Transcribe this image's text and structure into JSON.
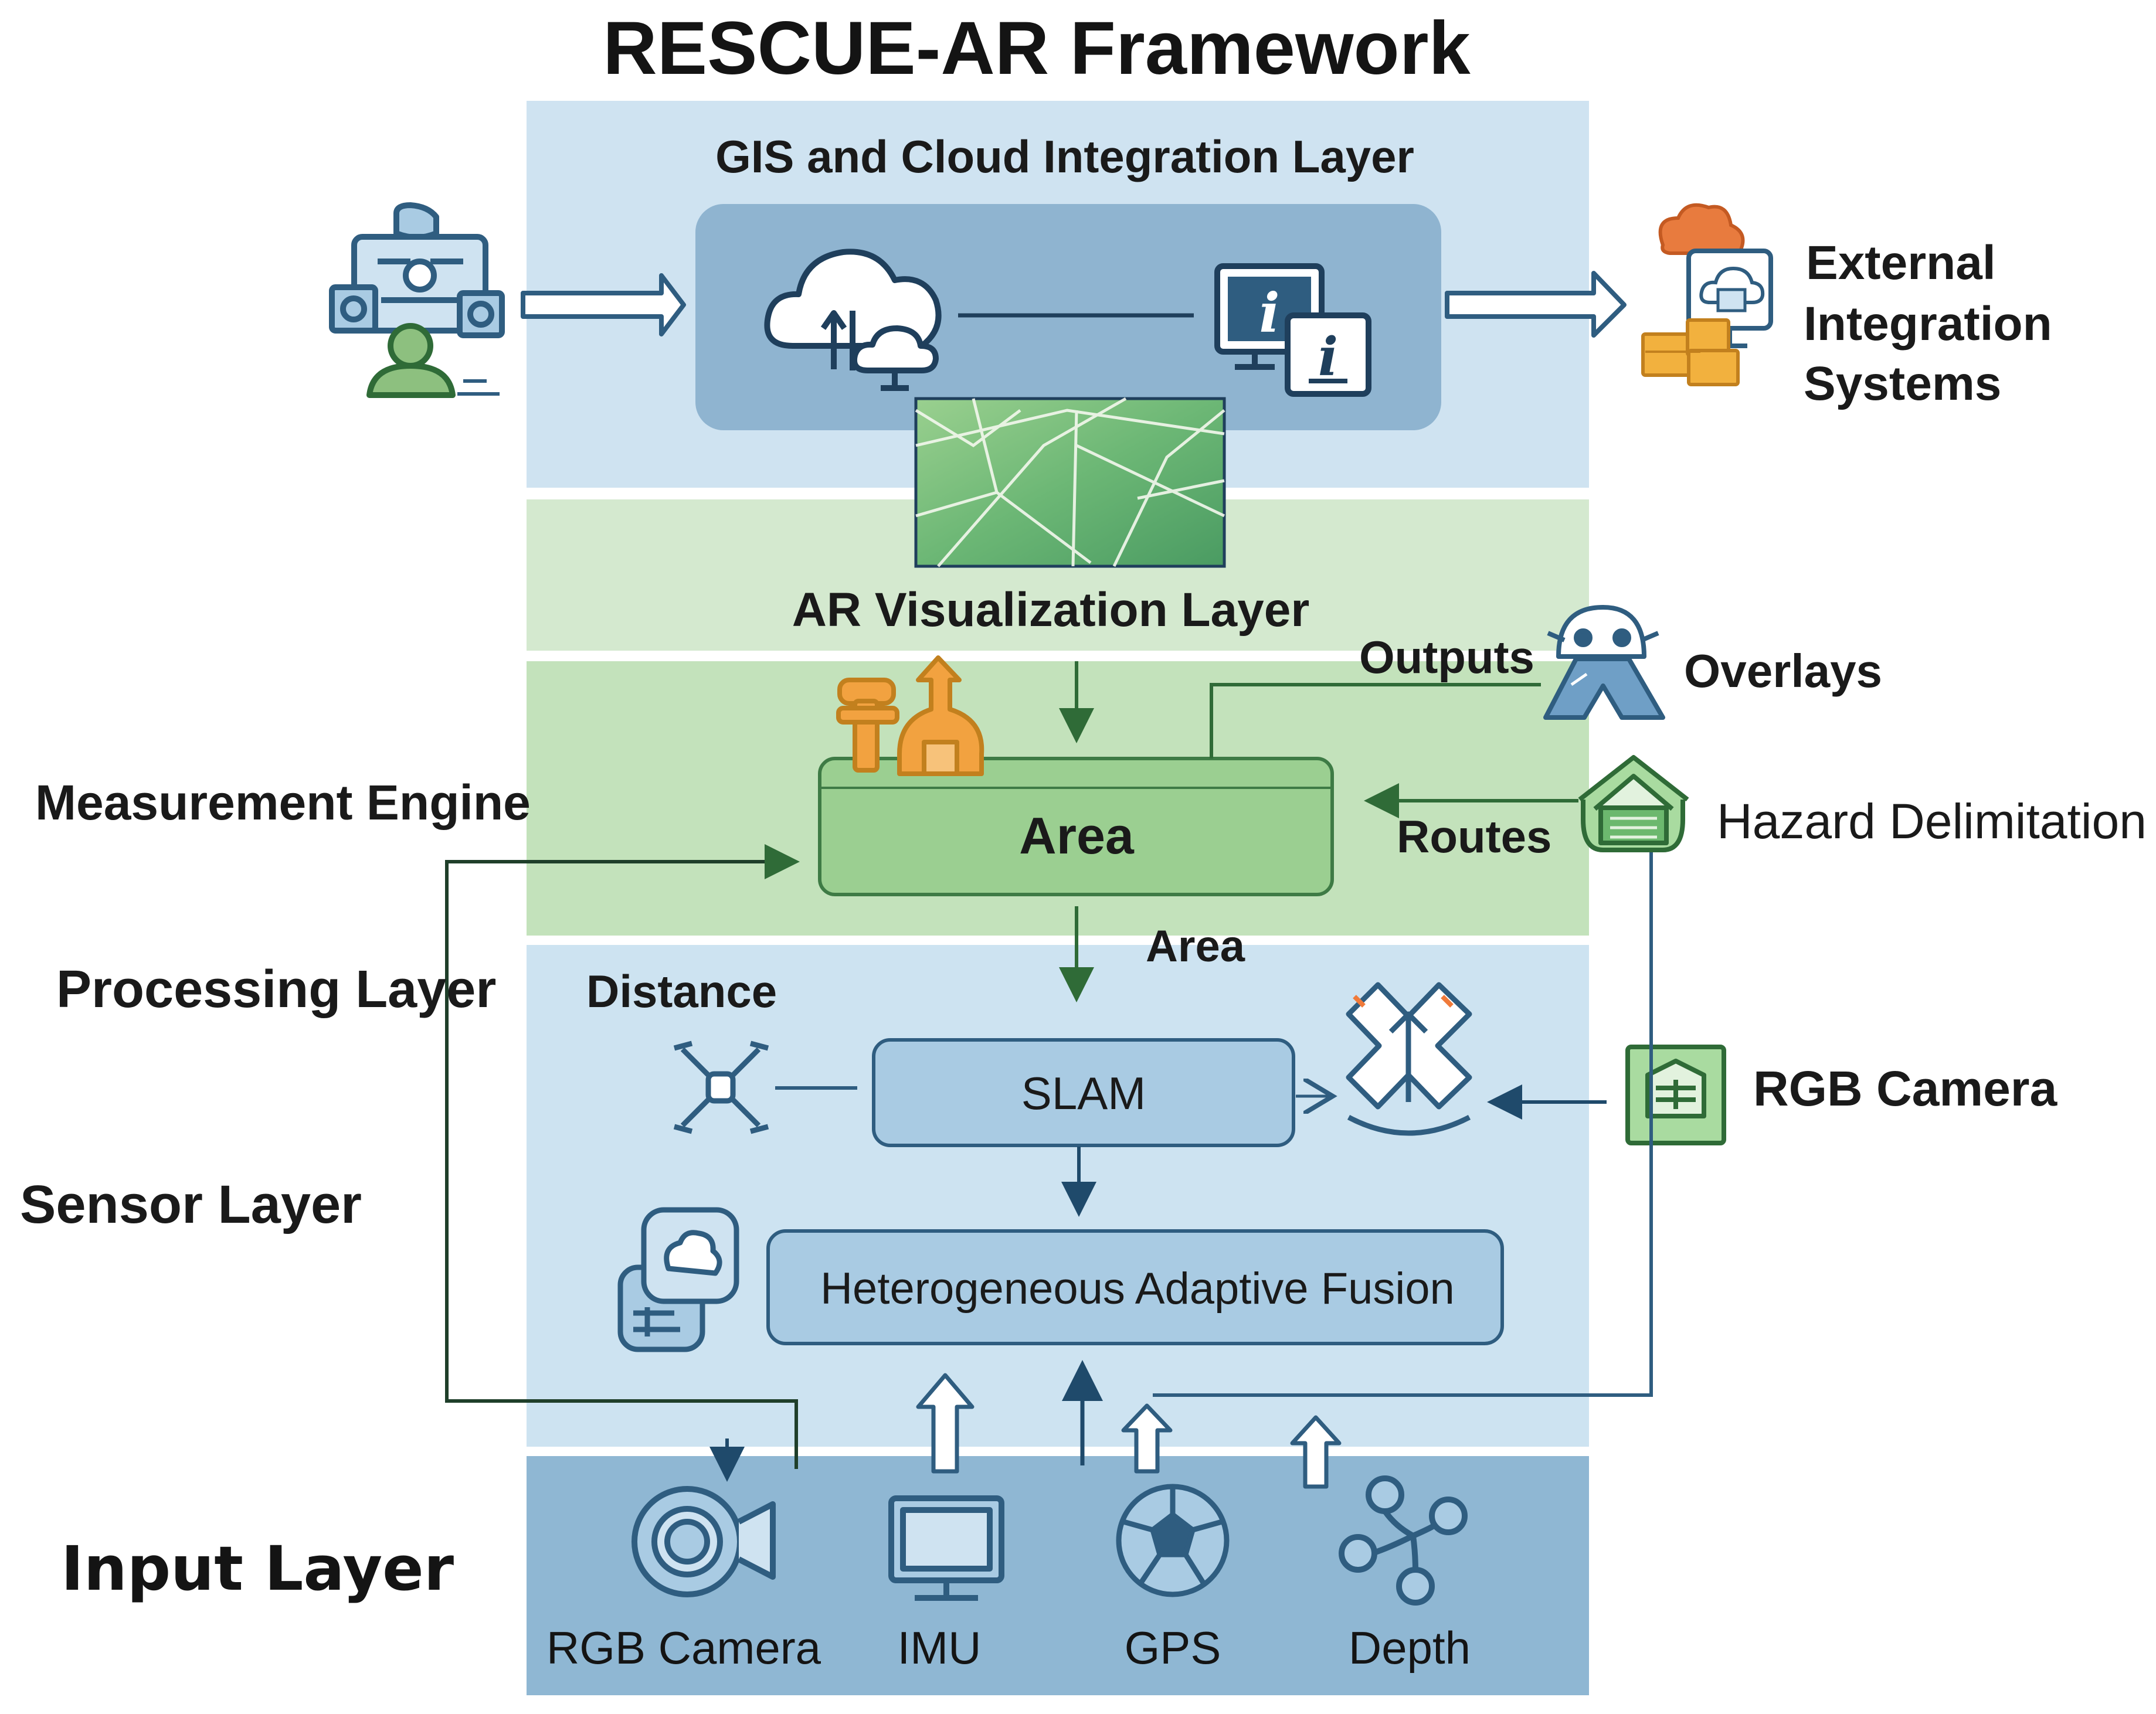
{
  "title": "RESCUE-AR Framework",
  "layers": {
    "gis": "GIS and Cloud Integration Layer",
    "ar": "AR Visualization Layer",
    "measurement": "Measurement Engine",
    "processing": "Processing Layer",
    "sensor": "Sensor Layer",
    "input": "Input Layer"
  },
  "external": {
    "line1": "External",
    "line2": "Integration",
    "line3": "Systems"
  },
  "outputs": {
    "label": "Outputs",
    "overlays": "Overlays",
    "routes": "Routes",
    "hazard": "Hazard Delimitation"
  },
  "processing": {
    "area_box": "Area",
    "area_arrow": "Area",
    "distance": "Distance",
    "slam": "SLAM",
    "fusion": "Heterogeneous Adaptive Fusion",
    "rgb_camera_side": "RGB Camera"
  },
  "inputs": {
    "rgb_camera": "RGB Camera",
    "imu": "IMU",
    "gps": "GPS",
    "depth": "Depth"
  },
  "icon_names": {
    "info": "i"
  },
  "colors": {
    "gis_band": "#cfe3f1",
    "ar_band": "#d4e9cf",
    "measurement_band": "#c3e2bb",
    "processing_band": "#cde3f1",
    "input_band": "#8fb7d3",
    "cloud_panel": "#8fb4d0",
    "area_box": "#9bcf91",
    "slam_box": "#a9cbe3",
    "fusion_box": "#a9cbe3",
    "arrow_green": "#2f6b37",
    "arrow_blue": "#1f4a6b",
    "icon_stroke": "#2f5d80",
    "orange": "#f0a244"
  }
}
